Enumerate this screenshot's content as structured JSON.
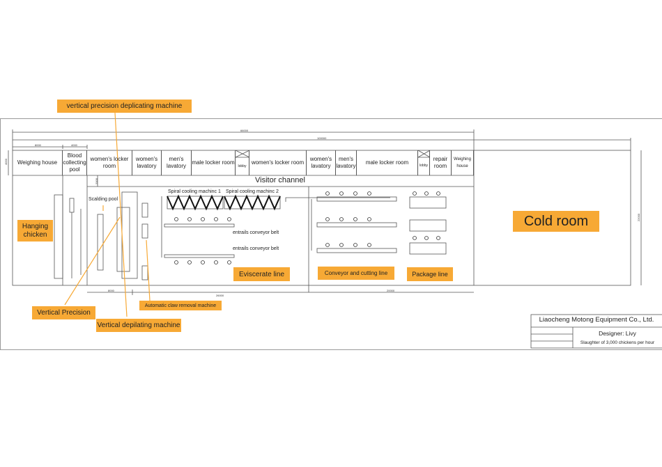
{
  "dimensions": {
    "d66000": "66000",
    "d100000": "100000",
    "d8000_top": "8000",
    "d4000_top": "4000",
    "d4000_left": "4000",
    "d2000": "2000",
    "d22000": "22000",
    "d8000_bottom": "8000",
    "d26000": "26000",
    "d20000": "20000"
  },
  "rooms": [
    "Weighing house",
    "Blood collecting pool",
    "women's locker room",
    "women's lavatory",
    "men's lavatory",
    "male locker room",
    "lobby",
    "women's locker room",
    "women's lavatory",
    "men's lavatory",
    "male locker room",
    "lobby",
    "repair room",
    "Weighing house"
  ],
  "visitor_channel": "Visitor channel",
  "equipment": {
    "scalding_pool": "Scalding pool",
    "spiral1": "Spiral cooling machinc 1",
    "spiral2": "Spiral cooling machinc 2",
    "belt1": "entrails conveyor belt",
    "belt2": "entrails conveyor belt"
  },
  "callouts": {
    "deplicating": "vertical precision deplicating machine",
    "hanging": "Hanging chicken",
    "vertical_precision": "Vertical Precision",
    "vertical_depilating": "Vertical depilating machine",
    "claw": "Automatic claw removal machine",
    "eviscerate": "Eviscerate line",
    "cutting": "Conveyor and cutting line",
    "package": "Package line",
    "cold": "Cold room"
  },
  "title_block": {
    "company": "Liaocheng Motong Equipment Co., Ltd.",
    "designer": "Designer: Livy",
    "capacity": "Slaughter of 3,000 chickens per hour"
  },
  "colors": {
    "accent": "#f7a935",
    "line": "#555555"
  }
}
